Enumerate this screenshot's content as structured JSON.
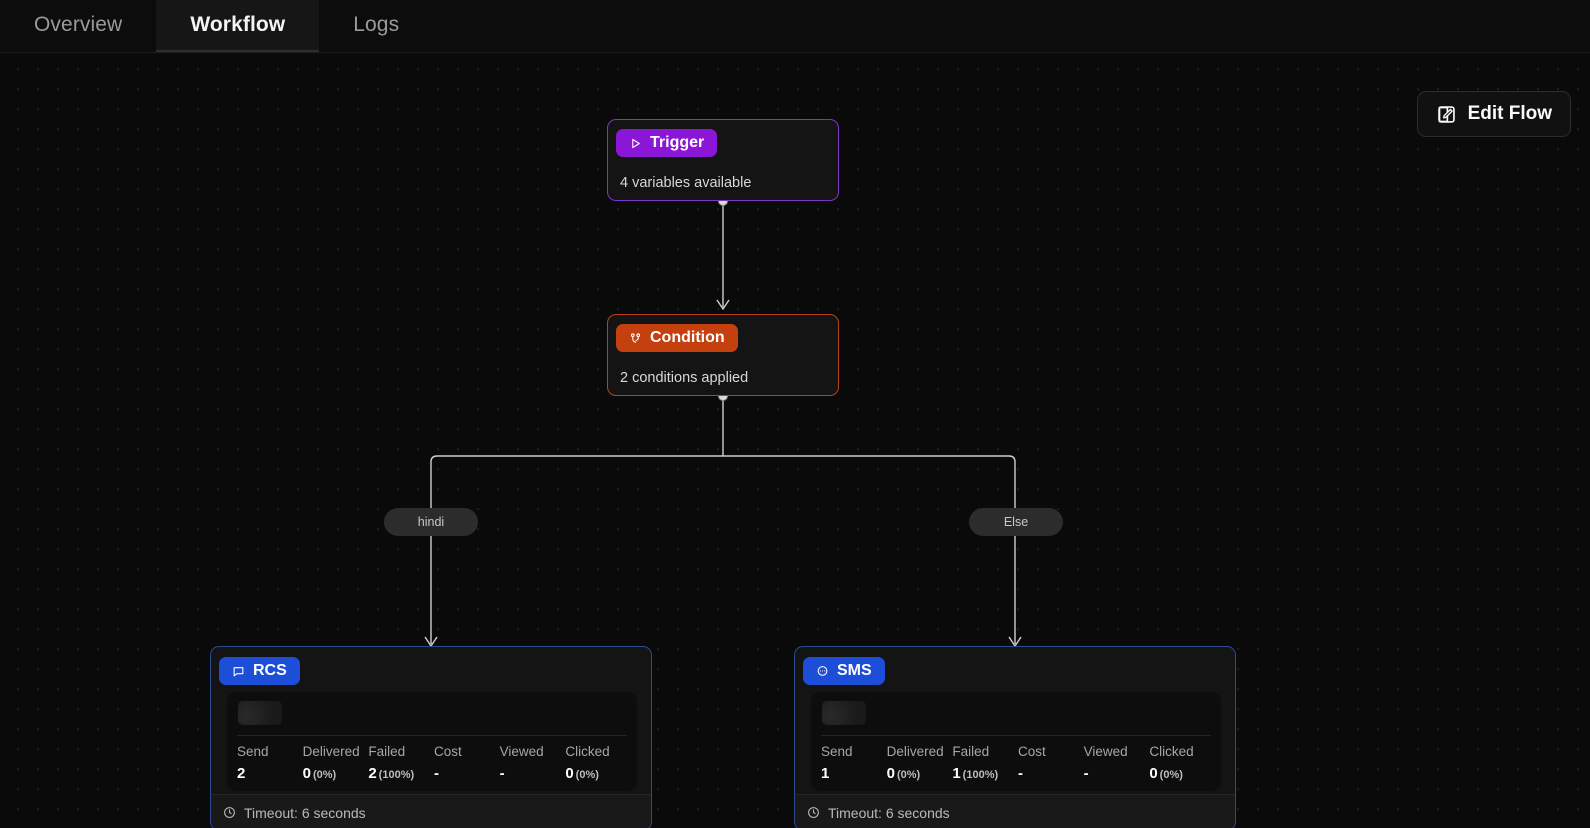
{
  "tabs": [
    {
      "label": "Overview",
      "active": false,
      "name": "tab-overview"
    },
    {
      "label": "Workflow",
      "active": true,
      "name": "tab-workflow"
    },
    {
      "label": "Logs",
      "active": false,
      "name": "tab-logs"
    }
  ],
  "toolbar": {
    "edit_flow_label": "Edit Flow",
    "edit_flow_icon": "edit-square-icon"
  },
  "colors": {
    "canvas_bg": "#0a0a0a",
    "grid_dot": "#242424",
    "trigger_accent": "#8b16d8",
    "condition_accent": "#c4400f",
    "channel_accent": "#1d4ed8",
    "edge_stroke": "#d0d0d0",
    "tab_active_text": "#f4f4f5",
    "tab_inactive_text": "#9a9a9a"
  },
  "nodes": {
    "trigger": {
      "badge": "Trigger",
      "icon": "play-icon",
      "subtitle": "4 variables available"
    },
    "condition": {
      "badge": "Condition",
      "icon": "branch-icon",
      "subtitle": "2 conditions applied"
    }
  },
  "branches": [
    {
      "label": "hindi",
      "name": "branch-pill-hindi"
    },
    {
      "label": "Else",
      "name": "branch-pill-else"
    }
  ],
  "metric_columns": [
    "Send",
    "Delivered",
    "Failed",
    "Cost",
    "Viewed",
    "Clicked"
  ],
  "cards": [
    {
      "badge": "RCS",
      "icon": "message-square-icon",
      "values": [
        "2",
        "0",
        "2",
        "-",
        "-",
        "0"
      ],
      "percents": [
        "",
        "(0%)",
        "(100%)",
        "",
        "",
        "(0%)"
      ],
      "footer_text": "Timeout: 6 seconds",
      "footer_icon": "clock-icon"
    },
    {
      "badge": "SMS",
      "icon": "chat-circle-icon",
      "values": [
        "1",
        "0",
        "1",
        "-",
        "-",
        "0"
      ],
      "percents": [
        "",
        "(0%)",
        "(100%)",
        "",
        "",
        "(0%)"
      ],
      "footer_text": "Timeout: 6 seconds",
      "footer_icon": "clock-icon"
    }
  ]
}
